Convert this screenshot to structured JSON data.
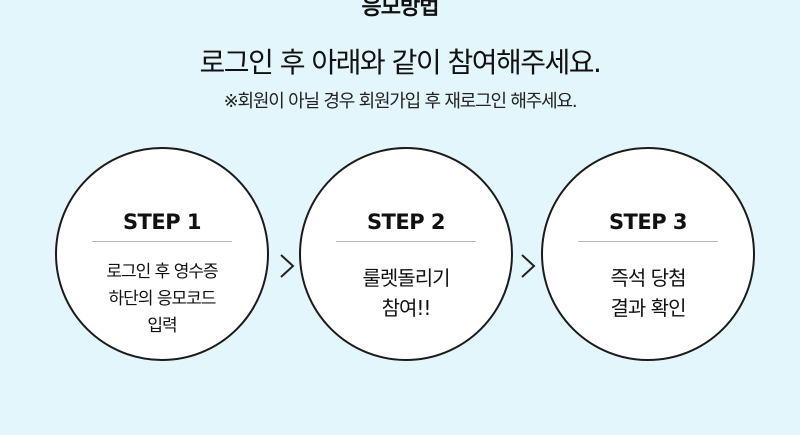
{
  "header": {
    "title": "응모방법",
    "subtitle": "로그인 후 아래와 같이 참여해주세요.",
    "note": "※회원이 아닐 경우 회원가입 후 재로그인 해주세요."
  },
  "steps": [
    {
      "label": "STEP 1",
      "description": "로그인 후 영수증\n하단의 응모코드\n입력"
    },
    {
      "label": "STEP 2",
      "description": "룰렛돌리기\n참여!!"
    },
    {
      "label": "STEP 3",
      "description": "즉석 당첨\n결과 확인"
    }
  ],
  "icons": {
    "arrow": "chevron-right-icon"
  },
  "colors": {
    "background": "#e3f6fc",
    "circle_fill": "#ffffff",
    "circle_border": "#1b1b1b",
    "divider": "#b5b5b5"
  }
}
